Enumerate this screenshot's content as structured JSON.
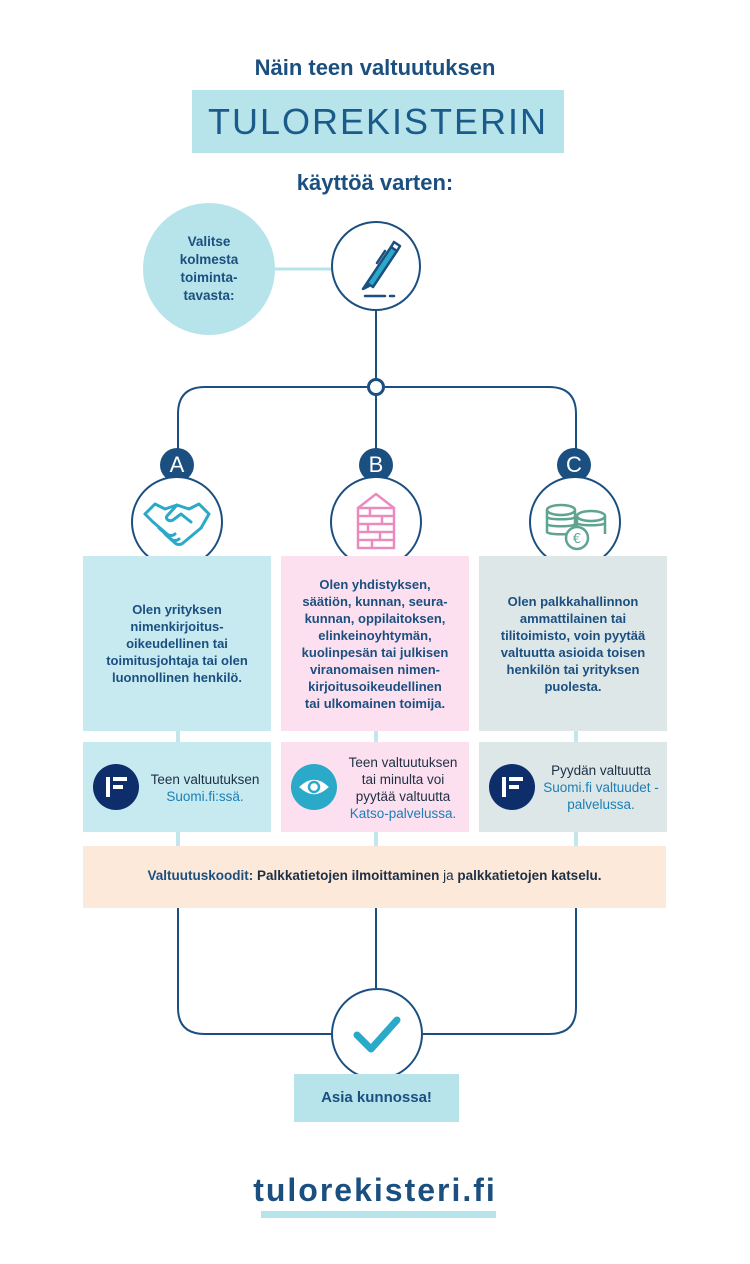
{
  "header": {
    "line1": "Näin teen valtuutuksen",
    "highlight": "TULOREKISTERIN",
    "line3": "käyttöä varten:"
  },
  "intro": {
    "lines": [
      "Valitse",
      "kolmesta",
      "toiminta-",
      "tavasta:"
    ],
    "icon": "pen-icon"
  },
  "options": [
    {
      "letter": "A",
      "icon": "handshake-icon",
      "description": [
        "Olen yrityksen",
        "nimenkirjoitus-",
        "oikeudellinen tai",
        "toimitusjohtaja tai olen",
        "luonnollinen henkilö."
      ],
      "service_icon": "suomi-fi-icon",
      "service_lines": [
        "Teen valtuutuksen"
      ],
      "service_link": "Suomi.fi:ssä.",
      "color": "#c6eaf0"
    },
    {
      "letter": "B",
      "icon": "building-icon",
      "description": [
        "Olen yhdistyksen,",
        "säätiön, kunnan, seura-",
        "kunnan, oppilaitoksen,",
        "elinkeinoyhtymän,",
        "kuolinpesän tai julkisen",
        "viranomaisen nimen-",
        "kirjoitusoikeudellinen",
        "tai ulkomainen toimija."
      ],
      "service_icon": "eye-icon",
      "service_lines": [
        "Teen valtuutuksen",
        "tai minulta voi",
        "pyytää valtuutta"
      ],
      "service_link": "Katso-palvelussa.",
      "color": "#fde0ef"
    },
    {
      "letter": "C",
      "icon": "coins-icon",
      "description": [
        "Olen palkkahallinnon",
        "ammattilainen tai",
        "tilitoimisto, voin pyytää",
        "valtuutta asioida toisen",
        "henkilön tai yrityksen",
        "puolesta."
      ],
      "service_icon": "suomi-fi-icon",
      "service_lines": [
        "Pyydän valtuutta"
      ],
      "service_link": "Suomi.fi valtuudet -palvelussa.",
      "color": "#dde7e8"
    }
  ],
  "codes": {
    "label": "Valtuutuskoodit:",
    "code1": "Palkkatietojen ilmoittaminen",
    "joiner": "ja",
    "code2": "palkkatietojen katselu."
  },
  "result": {
    "icon": "check-icon",
    "label": "Asia kunnossa!"
  },
  "footer": {
    "site": "tulorekisteri.fi"
  },
  "colors": {
    "navy": "#1b4f80",
    "light_blue": "#b6e4ea",
    "pink": "#fde0ef",
    "grey": "#dde7e8",
    "peach": "#fde9d9",
    "building_pink": "#e98bbf",
    "coins_green": "#5fa391"
  }
}
